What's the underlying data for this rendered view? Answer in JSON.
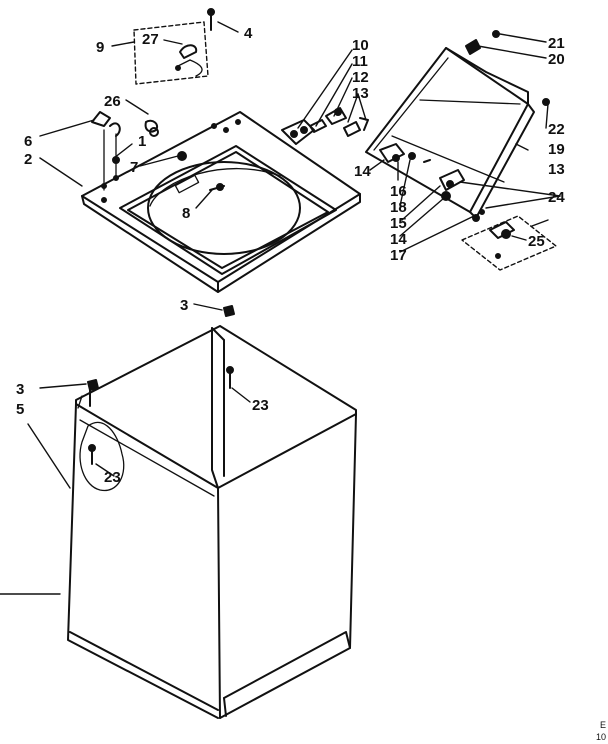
{
  "callouts": {
    "c1": "1",
    "c2": "2",
    "c3a": "3",
    "c3b": "3",
    "c4": "4",
    "c5": "5",
    "c6": "6",
    "c7": "7",
    "c8": "8",
    "c9": "9",
    "c10": "10",
    "c11": "11",
    "c12": "12",
    "c13a": "13",
    "c13b": "13",
    "c14a": "14",
    "c14b": "14",
    "c15": "15",
    "c16": "16",
    "c17": "17",
    "c18": "18",
    "c19": "19",
    "c20": "20",
    "c21": "21",
    "c22": "22",
    "c23a": "23",
    "c23b": "23",
    "c24": "24",
    "c25": "25",
    "c26": "26",
    "c27": "27"
  },
  "corner_code": [
    "E",
    "10"
  ]
}
